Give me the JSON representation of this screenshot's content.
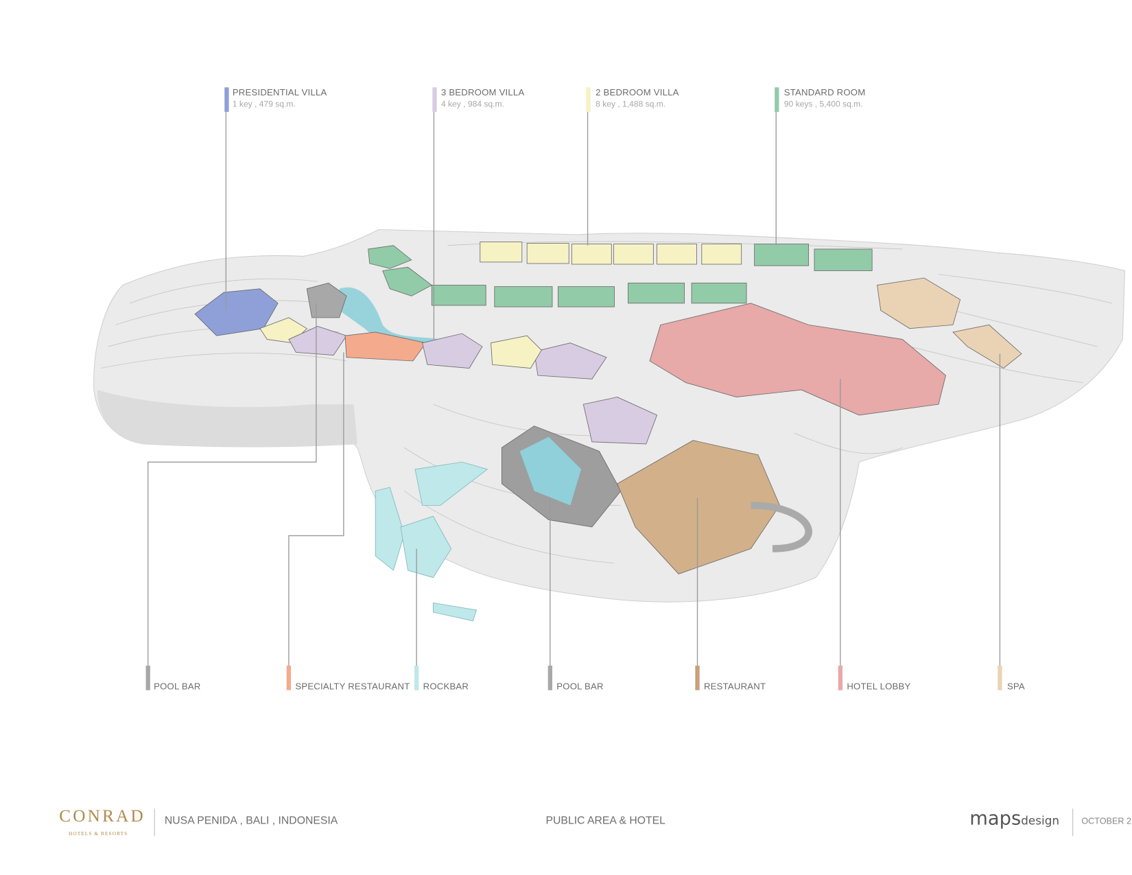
{
  "top_labels": [
    {
      "title": "PRESIDENTIAL VILLA",
      "detail": "1 key , 479 sq.m.",
      "color": "#8f9fd8"
    },
    {
      "title": "3 BEDROOM VILLA",
      "detail": "4 key , 984 sq.m.",
      "color": "#d8cce2"
    },
    {
      "title": "2 BEDROOM VILLA",
      "detail": "8 key , 1,488 sq.m.",
      "color": "#f7f2c4"
    },
    {
      "title": "STANDARD ROOM",
      "detail": "90 keys , 5,400 sq.m.",
      "color": "#92cba8"
    }
  ],
  "bottom_labels": [
    {
      "title": "POOL BAR",
      "color": "#a8a8a8"
    },
    {
      "title": "SPECIALTY RESTAURANT",
      "color": "#f4aa8c"
    },
    {
      "title": "ROCKBAR",
      "color": "#bfe8ea"
    },
    {
      "title": "POOL BAR",
      "color": "#a8a8a8"
    },
    {
      "title": "RESTAURANT",
      "color": "#c9a07a"
    },
    {
      "title": "HOTEL LOBBY",
      "color": "#e8a9a9"
    },
    {
      "title": "SPA",
      "color": "#ead3b4"
    }
  ],
  "footer": {
    "brand": "CONRAD",
    "brand_sub": "HOTELS & RESORTS",
    "location": "NUSA PENIDA , BALI  , INDONESIA",
    "sheet_title": "PUBLIC AREA & HOTEL",
    "designer_main": "maps",
    "designer_sub": "design",
    "date": "OCTOBER 2"
  }
}
